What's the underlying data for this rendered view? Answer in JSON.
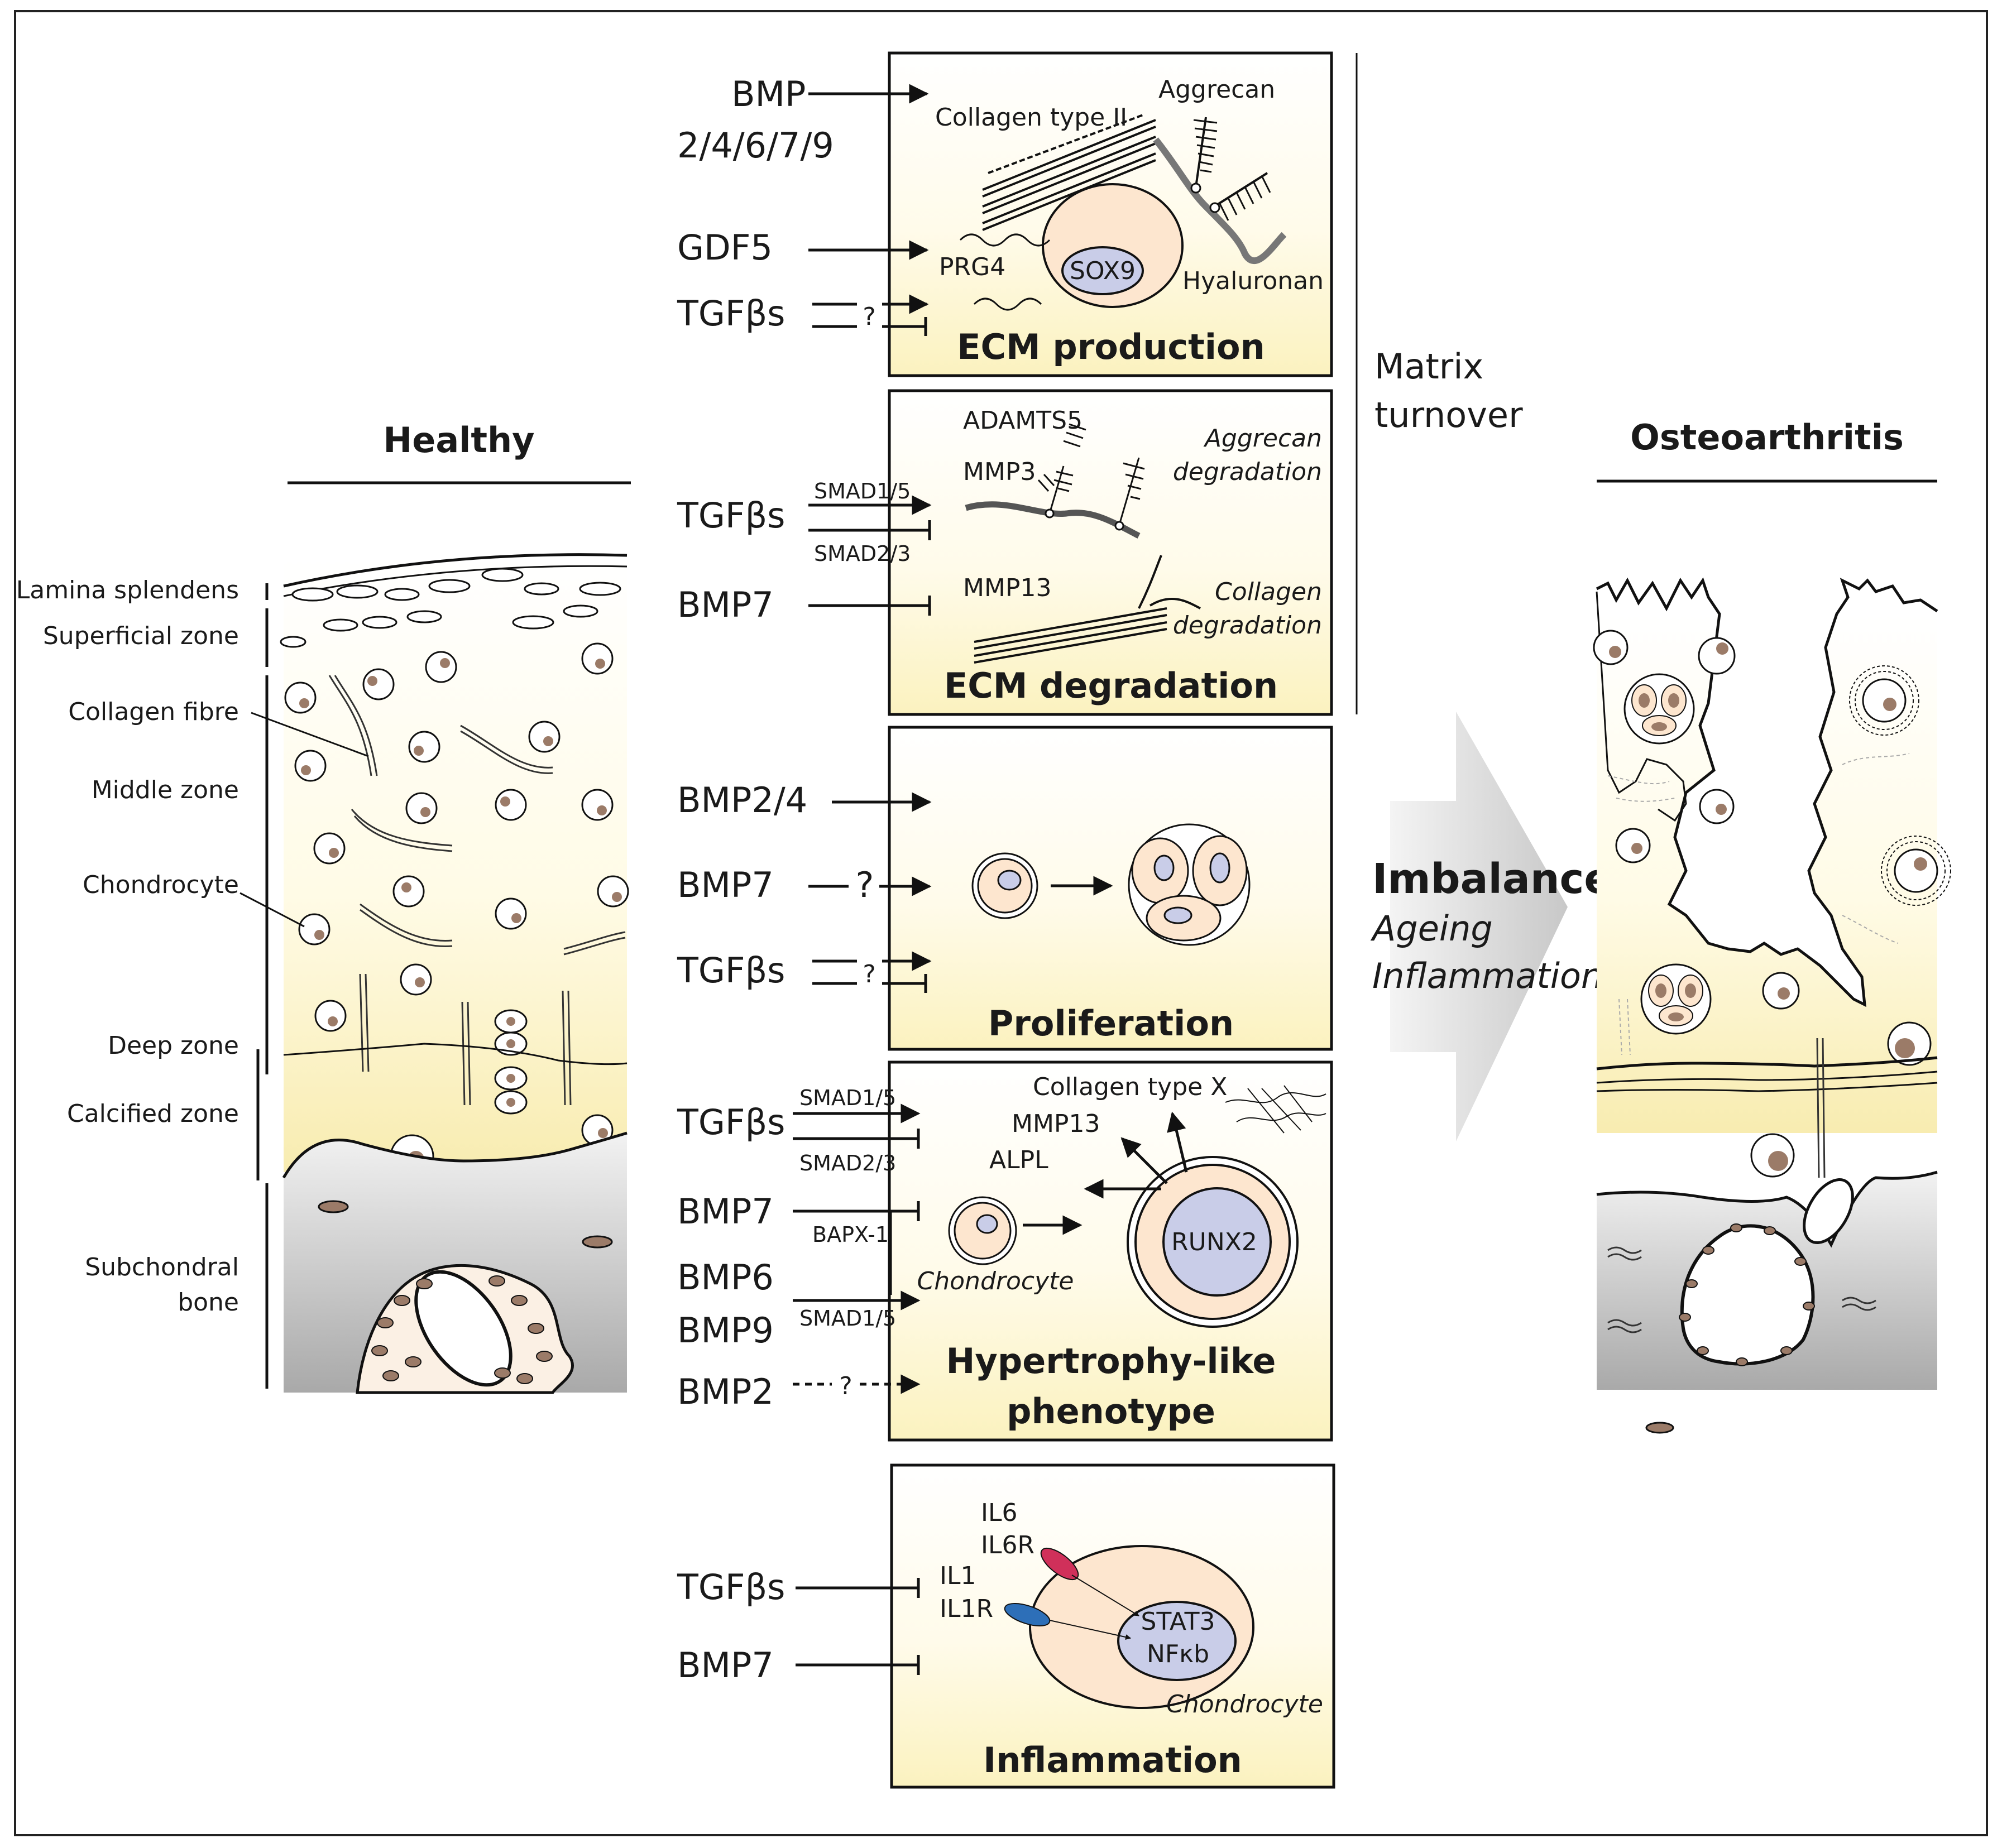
{
  "colors": {
    "panel_top": "#ffffff",
    "panel_bottom": "#fbf3c4",
    "cell_fill": "#fde6cf",
    "nucleus_fill": "#c9cde8",
    "bone_gray": "#cfcfcf",
    "il6r_color": "#d0305a",
    "il1r_color": "#2d6fb8",
    "nucleus_dot": "#9b7b68"
  },
  "left": {
    "title": "Healthy",
    "labels": {
      "lamina": "Lamina splendens",
      "superficial": "Superficial zone",
      "collagen_fibre": "Collagen fibre",
      "middle": "Middle zone",
      "chondrocyte": "Chondrocyte",
      "deep": "Deep zone",
      "calcified": "Calcified zone",
      "subchondral_1": "Subchondral",
      "subchondral_2": "bone"
    }
  },
  "right": {
    "title": "Osteoarthritis"
  },
  "matrix_turnover": {
    "line1": "Matrix",
    "line2": "turnover"
  },
  "imbalance": {
    "title": "Imbalance",
    "line1": "Ageing",
    "line2": "Inflammation"
  },
  "panels": {
    "ecm_production": {
      "title": "ECM production",
      "inputs": {
        "bmp_a": "BMP",
        "bmp_b": "2/4/6/7/9",
        "gdf5": "GDF5",
        "tgfb": "TGFβs",
        "q": "?"
      },
      "labels": {
        "collagen": "Collagen type II",
        "aggrecan": "Aggrecan",
        "prg4": "PRG4",
        "sox9": "SOX9",
        "hyaluronan": "Hyaluronan"
      }
    },
    "ecm_degradation": {
      "title": "ECM degradation",
      "inputs": {
        "tgfb": "TGFβs",
        "smad15": "SMAD1/5",
        "smad23": "SMAD2/3",
        "bmp7": "BMP7"
      },
      "labels": {
        "adamts5": "ADAMTS5",
        "mmp3": "MMP3",
        "mmp13": "MMP13",
        "agg_deg_1": "Aggrecan",
        "agg_deg_2": "degradation",
        "col_deg_1": "Collagen",
        "col_deg_2": "degradation"
      }
    },
    "proliferation": {
      "title": "Proliferation",
      "inputs": {
        "bmp24": "BMP2/4",
        "bmp7": "BMP7",
        "tgfb": "TGFβs",
        "q": "?"
      }
    },
    "hypertrophy": {
      "title_1": "Hypertrophy-like",
      "title_2": "phenotype",
      "inputs": {
        "tgfb": "TGFβs",
        "smad15": "SMAD1/5",
        "smad23": "SMAD2/3",
        "bmp7": "BMP7",
        "bapx": "BAPX-1",
        "bmp6": "BMP6",
        "bmp9": "BMP9",
        "smad15b": "SMAD1/5",
        "bmp2": "BMP2",
        "q": "?"
      },
      "labels": {
        "collagen_x": "Collagen type X",
        "mmp13": "MMP13",
        "alpl": "ALPL",
        "runx2": "RUNX2",
        "chondrocyte": "Chondrocyte"
      }
    },
    "inflammation": {
      "title": "Inflammation",
      "inputs": {
        "tgfb": "TGFβs",
        "bmp7": "BMP7"
      },
      "labels": {
        "il6": "IL6",
        "il6r": "IL6R",
        "il1": "IL1",
        "il1r": "IL1R",
        "stat3": "STAT3",
        "nfkb": "NFκb",
        "chondrocyte": "Chondrocyte"
      }
    }
  }
}
